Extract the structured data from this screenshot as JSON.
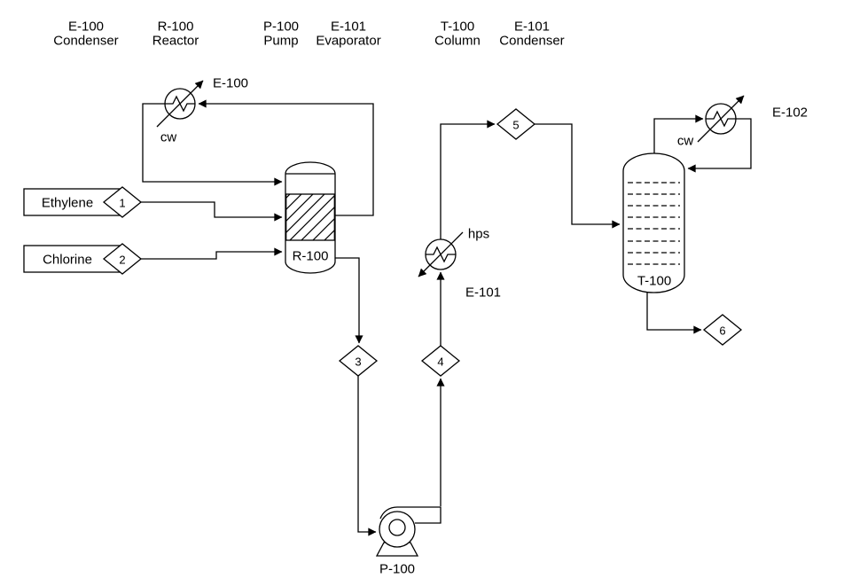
{
  "legend": {
    "items": [
      {
        "id": "E-100",
        "type": "Condenser"
      },
      {
        "id": "R-100",
        "type": "Reactor"
      },
      {
        "id": "P-100",
        "type": "Pump"
      },
      {
        "id": "E-101",
        "type": "Evaporator"
      },
      {
        "id": "T-100",
        "type": "Column"
      },
      {
        "id": "E-101",
        "type": "Condenser"
      }
    ]
  },
  "feeds": [
    {
      "name": "Ethylene",
      "stream_no": "1"
    },
    {
      "name": "Chlorine",
      "stream_no": "2"
    }
  ],
  "equipment": {
    "condenser_e100": {
      "tag": "E-100",
      "utility": "cw"
    },
    "reactor_r100": {
      "tag": "R-100"
    },
    "pump_p100": {
      "tag": "P-100"
    },
    "evaporator_e101": {
      "tag": "E-101",
      "utility": "hps"
    },
    "column_t100": {
      "tag": "T-100"
    },
    "condenser_e102": {
      "tag": "E-102",
      "utility": "cw"
    }
  },
  "streams": {
    "s3": "3",
    "s4": "4",
    "s5": "5",
    "s6": "6"
  },
  "colors": {
    "line": "#000000",
    "text": "#000000",
    "background": "#ffffff"
  }
}
